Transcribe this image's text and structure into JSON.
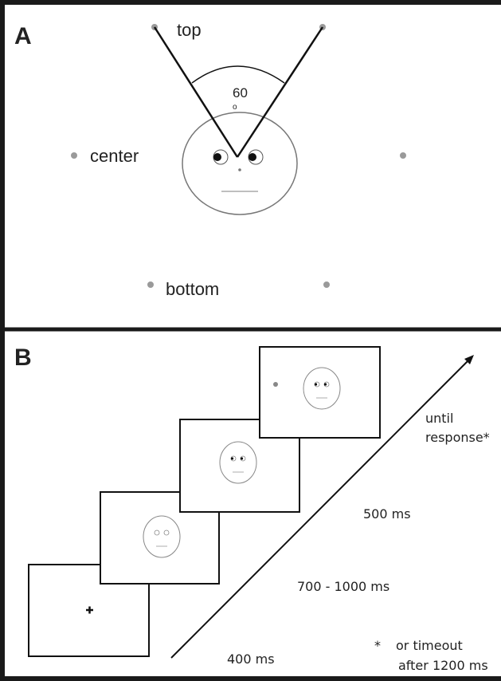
{
  "panel_a": {
    "letter": "A",
    "labels": {
      "top": "top",
      "center": "center",
      "bottom": "bottom"
    },
    "angle": {
      "value": "60",
      "unit": "o"
    }
  },
  "panel_b": {
    "letter": "B",
    "durations": {
      "fixation": "400 ms",
      "face": "700 - 1000 ms",
      "gaze": "500 ms",
      "target_line1": "until",
      "target_line2": "response*"
    },
    "footnote": {
      "star": "*",
      "line1": "or timeout",
      "line2": "after 1200 ms"
    }
  },
  "colors": {
    "frame": "#1a1a1a",
    "dot": "#9a9a9a",
    "face": "#777777",
    "mouth": "#999999"
  }
}
